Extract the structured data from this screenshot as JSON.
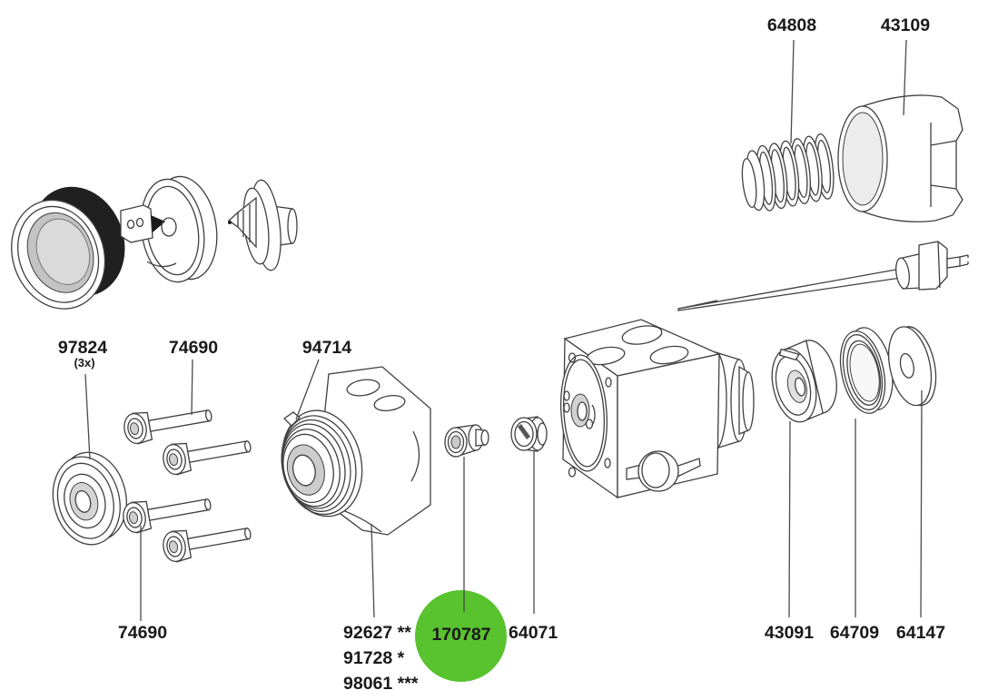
{
  "diagram": {
    "background_color": "#ffffff",
    "line_color": "#3f3f3f",
    "text_color": "#1a1a1a",
    "highlight": {
      "shape": "circle",
      "color": "#58c22f",
      "highlighted_part": "170787"
    },
    "labels": {
      "spring": "64808",
      "cap_nut": "43109",
      "flange": "97824",
      "flange_qty": "(3x)",
      "screws_top": "74690",
      "nozzle_body": "94714",
      "screws_bottom": "74690",
      "body_variant_1": "92627 **",
      "body_variant_2": "91728 *",
      "body_variant_3": "98061 ***",
      "bushing": "170787",
      "nut": "64071",
      "seal": "43091",
      "ring": "64709",
      "washer": "64147"
    },
    "parts_depicted": [
      "air-cap-retaining-ring",
      "air-cap",
      "fluid-nozzle",
      "packing-flange",
      "cap-screw-1",
      "cap-screw-2",
      "cap-screw-3",
      "cap-screw-4",
      "nozzle-body",
      "packing-bushing",
      "packing-nut",
      "gun-body",
      "fluid-needle",
      "needle-spring",
      "spring-cap-nut",
      "seal-retainer",
      "packing-ring",
      "washer"
    ]
  }
}
